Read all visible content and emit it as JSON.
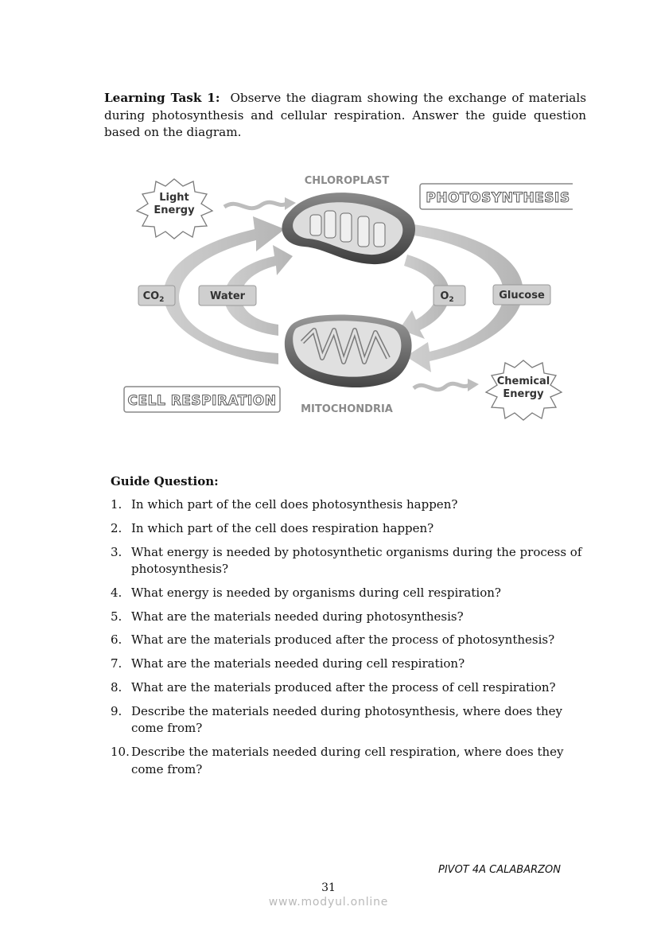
{
  "intro": {
    "label": "Learning Task 1:",
    "text": "Observe the diagram showing the exchange of materials during photosynthesis and cellular respiration. Answer the guide question based on the diagram."
  },
  "diagram": {
    "chloroplast": "CHLOROPLAST",
    "mitochondria": "MITOCHONDRIA",
    "photosynthesis": "PHOTOSYNTHESIS",
    "cell_respiration": "CELL RESPIRATION",
    "light_energy_line1": "Light",
    "light_energy_line2": "Energy",
    "chemical_energy_line1": "Chemical",
    "chemical_energy_line2": "Energy",
    "co2": "CO",
    "co2_sub": "2",
    "water": "Water",
    "o2": "O",
    "o2_sub": "2",
    "glucose": "Glucose"
  },
  "guide": {
    "title": "Guide Question:",
    "questions": [
      {
        "num": "1.",
        "text": "In which part of the cell  does  photosynthesis happen?"
      },
      {
        "num": "2.",
        "text": "In which part of the cell does respiration happen?"
      },
      {
        "num": "3.",
        "text": "What energy is needed by photosynthetic organisms during the process of photosynthesis?"
      },
      {
        "num": "4.",
        "text": "What energy is needed by organisms during cell respiration?"
      },
      {
        "num": "5.",
        "text": "What are the materials needed during photosynthesis?"
      },
      {
        "num": "6.",
        "text": "What are the materials produced after the process of photosynthesis?"
      },
      {
        "num": "7.",
        "text": "What are the materials needed during cell respiration?"
      },
      {
        "num": "8.",
        "text": "What are the materials produced after the process of cell respiration?"
      },
      {
        "num": "9.",
        "text": "Describe the materials needed during photosynthesis, where does they come from?"
      },
      {
        "num": "10.",
        "text": "Describe the materials needed during cell respiration, where does they come from?"
      }
    ]
  },
  "footer": {
    "brand": "PIVOT 4A CALABARZON",
    "page_number": "31",
    "watermark": "www.modyul.online"
  }
}
